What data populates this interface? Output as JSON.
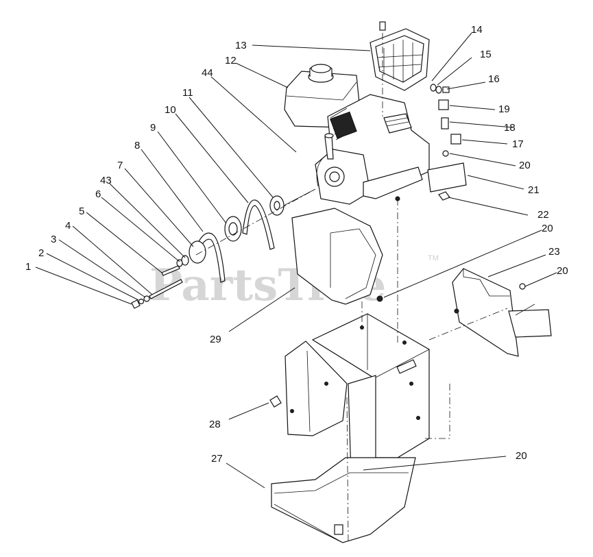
{
  "watermark": {
    "text": "PartsTree",
    "trademark": "TM"
  },
  "callouts": [
    {
      "id": "c1",
      "label": "1"
    },
    {
      "id": "c2",
      "label": "2"
    },
    {
      "id": "c3",
      "label": "3"
    },
    {
      "id": "c4",
      "label": "4"
    },
    {
      "id": "c5",
      "label": "5"
    },
    {
      "id": "c6",
      "label": "6"
    },
    {
      "id": "c43",
      "label": "43"
    },
    {
      "id": "c7",
      "label": "7"
    },
    {
      "id": "c8",
      "label": "8"
    },
    {
      "id": "c9",
      "label": "9"
    },
    {
      "id": "c10",
      "label": "10"
    },
    {
      "id": "c11",
      "label": "11"
    },
    {
      "id": "c44",
      "label": "44"
    },
    {
      "id": "c12",
      "label": "12"
    },
    {
      "id": "c13",
      "label": "13"
    },
    {
      "id": "c14",
      "label": "14"
    },
    {
      "id": "c15",
      "label": "15"
    },
    {
      "id": "c16",
      "label": "16"
    },
    {
      "id": "c19",
      "label": "19"
    },
    {
      "id": "c18",
      "label": "18"
    },
    {
      "id": "c17",
      "label": "17"
    },
    {
      "id": "c20a",
      "label": "20"
    },
    {
      "id": "c21",
      "label": "21"
    },
    {
      "id": "c22",
      "label": "22"
    },
    {
      "id": "c20b",
      "label": "20"
    },
    {
      "id": "c23",
      "label": "23"
    },
    {
      "id": "c20c",
      "label": "20"
    },
    {
      "id": "c29",
      "label": "29"
    },
    {
      "id": "c28",
      "label": "28"
    },
    {
      "id": "c27",
      "label": "27"
    },
    {
      "id": "c20d",
      "label": "20"
    }
  ]
}
